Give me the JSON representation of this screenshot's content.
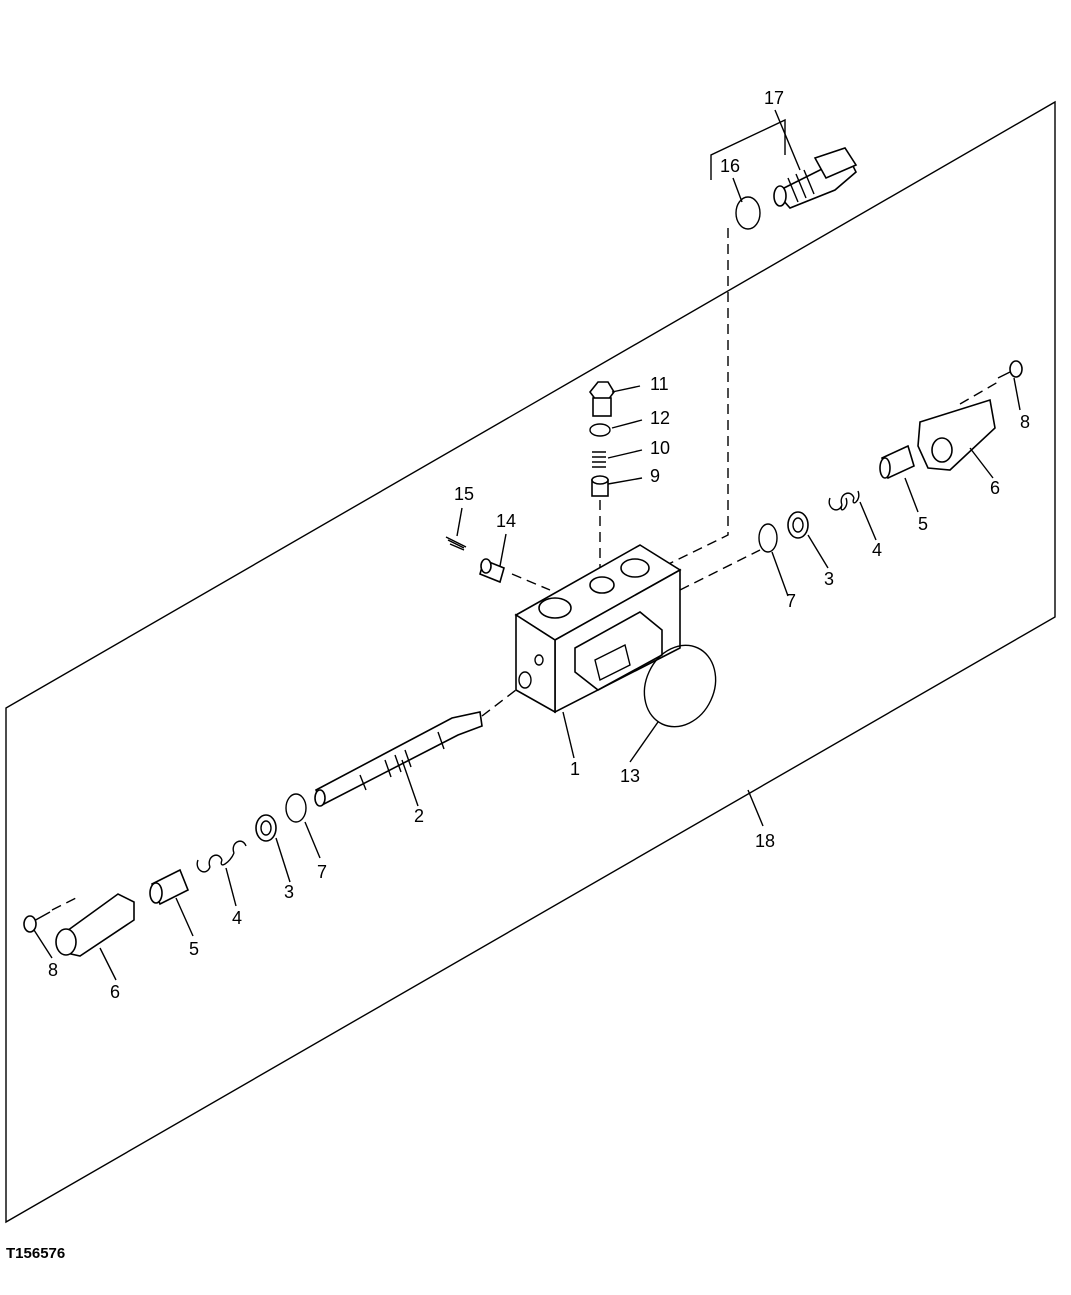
{
  "figure_id": "T156576",
  "callouts": [
    {
      "key": "p17",
      "text": "17"
    },
    {
      "key": "p16",
      "text": "16"
    },
    {
      "key": "p11",
      "text": "11"
    },
    {
      "key": "p12",
      "text": "12"
    },
    {
      "key": "p10",
      "text": "10"
    },
    {
      "key": "p9",
      "text": "9"
    },
    {
      "key": "p15",
      "text": "15"
    },
    {
      "key": "p14",
      "text": "14"
    },
    {
      "key": "p8r",
      "text": "8"
    },
    {
      "key": "p6r",
      "text": "6"
    },
    {
      "key": "p5r",
      "text": "5"
    },
    {
      "key": "p4r",
      "text": "4"
    },
    {
      "key": "p3r",
      "text": "3"
    },
    {
      "key": "p7r",
      "text": "7"
    },
    {
      "key": "p1",
      "text": "1"
    },
    {
      "key": "p13",
      "text": "13"
    },
    {
      "key": "p2",
      "text": "2"
    },
    {
      "key": "p18",
      "text": "18"
    },
    {
      "key": "p7l",
      "text": "7"
    },
    {
      "key": "p3l",
      "text": "3"
    },
    {
      "key": "p4l",
      "text": "4"
    },
    {
      "key": "p5l",
      "text": "5"
    },
    {
      "key": "p6l",
      "text": "6"
    },
    {
      "key": "p8l",
      "text": "8"
    }
  ]
}
